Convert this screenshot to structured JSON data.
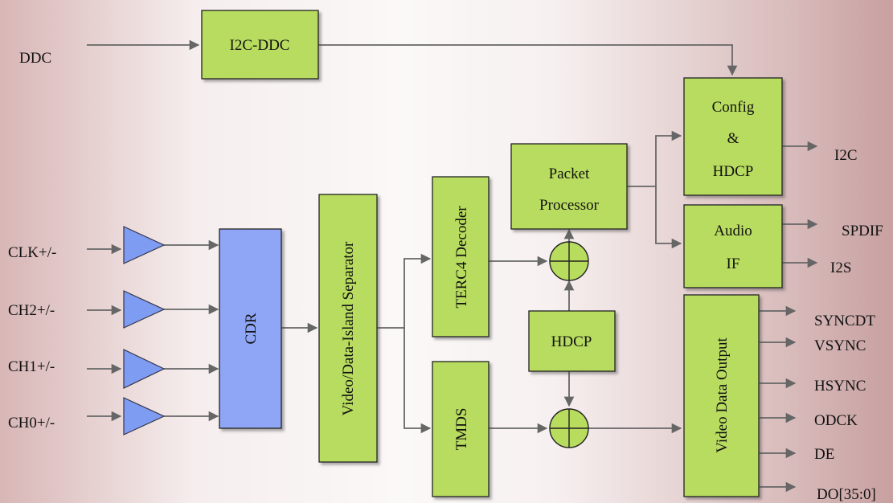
{
  "inputs": {
    "ddc": "DDC",
    "clk": "CLK+/-",
    "ch2": "CH2+/-",
    "ch1": "CH1+/-",
    "ch0": "CH0+/-"
  },
  "blocks": {
    "i2c_ddc": "I2C-DDC",
    "cdr": "CDR",
    "separator": "Video/Data-Island Separator",
    "terc4": "TERC4 Decoder",
    "tmds": "TMDS",
    "packet_line1": "Packet",
    "packet_line2": "Processor",
    "hdcp": "HDCP",
    "config_line1": "Config",
    "config_line2": "&",
    "config_line3": "HDCP",
    "audio_line1": "Audio",
    "audio_line2": "IF",
    "video_out": "Video Data Output"
  },
  "outputs": {
    "i2c": "I2C",
    "spdif": "SPDIF",
    "i2s": "I2S",
    "syncdt": "SYNCDT",
    "vsync": "VSYNC",
    "hsync": "HSYNC",
    "odck": "ODCK",
    "de": "DE",
    "do": "DO[35:0]"
  },
  "colors": {
    "block_fill": "#b8dc5e",
    "cdr_fill": "#8ea6f5",
    "buffer_fill": "#7f9cf3",
    "wire": "#666666"
  }
}
